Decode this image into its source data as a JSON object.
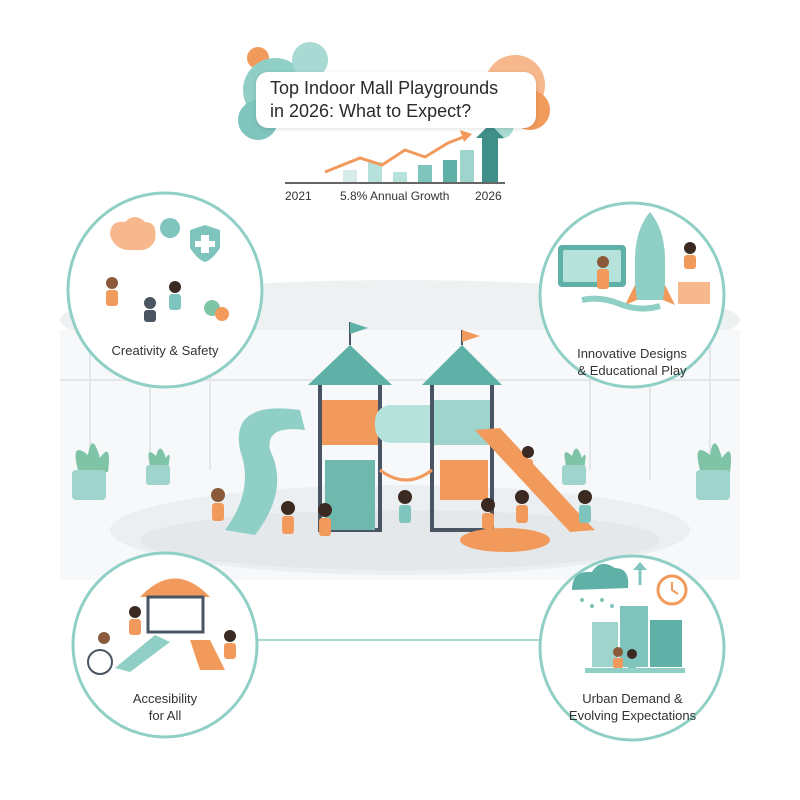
{
  "header": {
    "title_line1": "Top Indoor Mall Playgrounds",
    "title_line2": "in 2026: What to Expect?"
  },
  "growth": {
    "start_year": "2021",
    "rate_label": "5.8% Annual Growth",
    "end_year": "2026"
  },
  "features": {
    "top_left": {
      "label": "Creativity & Safety"
    },
    "top_right": {
      "line1": "Innovative Designs",
      "line2": "& Educational Play"
    },
    "bottom_left": {
      "line1": "Accesibility",
      "line2": "for All"
    },
    "bottom_right": {
      "line1": "Urban Demand &",
      "line2": "Evolving Expectations"
    }
  },
  "colors": {
    "teal": "#7fc4bd",
    "dark_teal": "#3f8f88",
    "orange": "#f29a5c",
    "slate": "#4a5563"
  }
}
